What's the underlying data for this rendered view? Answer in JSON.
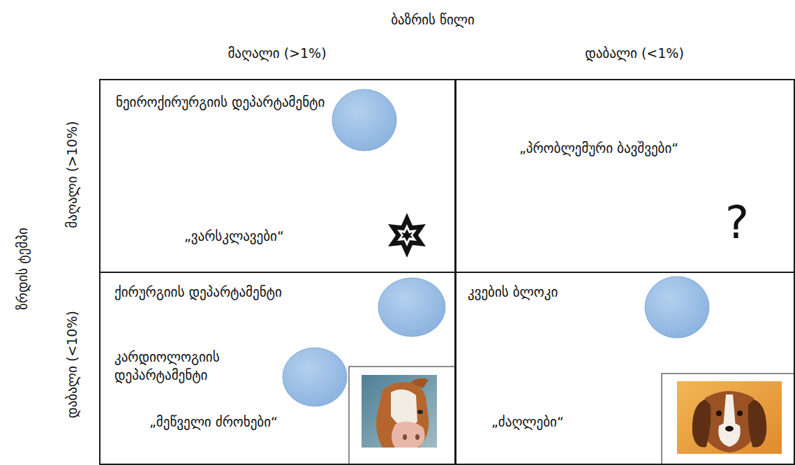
{
  "diagram": {
    "nodes": [
      {
        "text": [
          "ნეიროქირურგიის დეპარტამენტი",
          "„ვარსკლავები“"
        ]
      },
      {
        "text": [
          "„პრობლემური ბავშვები“",
          "?"
        ]
      },
      {
        "text": [
          "ქირურგიის დეპარტამენტი",
          "კარდიოლოგიის დეპარტამენტი",
          "„მეწველი ძროხები“"
        ]
      },
      {
        "text": [
          "კვების ბლოკი",
          "„ძაღლები“"
        ]
      }
    ],
    "labels": [
      "ბაზრის წილი",
      "მაღალი (>1%)",
      "დაბალი (<1%)",
      "ზრდის ტემპი",
      "მაღალი (>10%)",
      "დაბალი (<10%)"
    ]
  }
}
